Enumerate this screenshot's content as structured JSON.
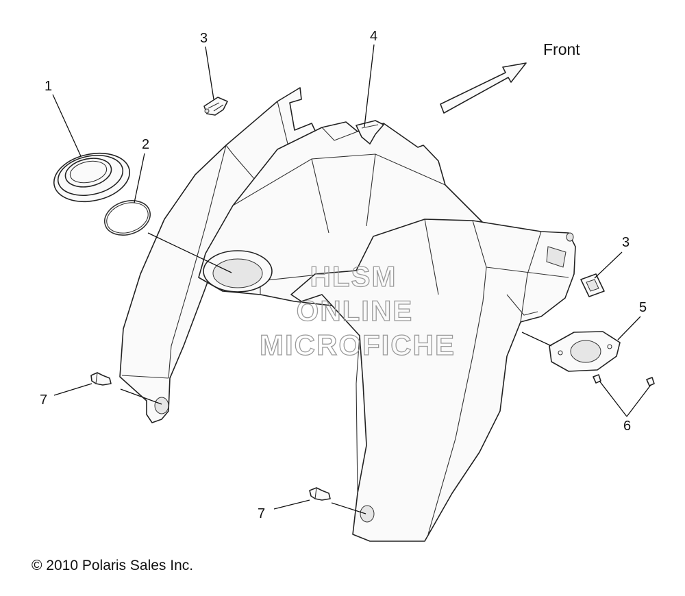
{
  "diagram": {
    "front_label": "Front",
    "copyright": "© 2010 Polaris Sales Inc.",
    "watermark": [
      "HLSM",
      "ONLINE",
      "MICROFICHE"
    ],
    "callouts": {
      "c1": "1",
      "c2": "2",
      "c3a": "3",
      "c3b": "3",
      "c4": "4",
      "c5": "5",
      "c6": "6",
      "c7a": "7",
      "c7b": "7"
    }
  }
}
